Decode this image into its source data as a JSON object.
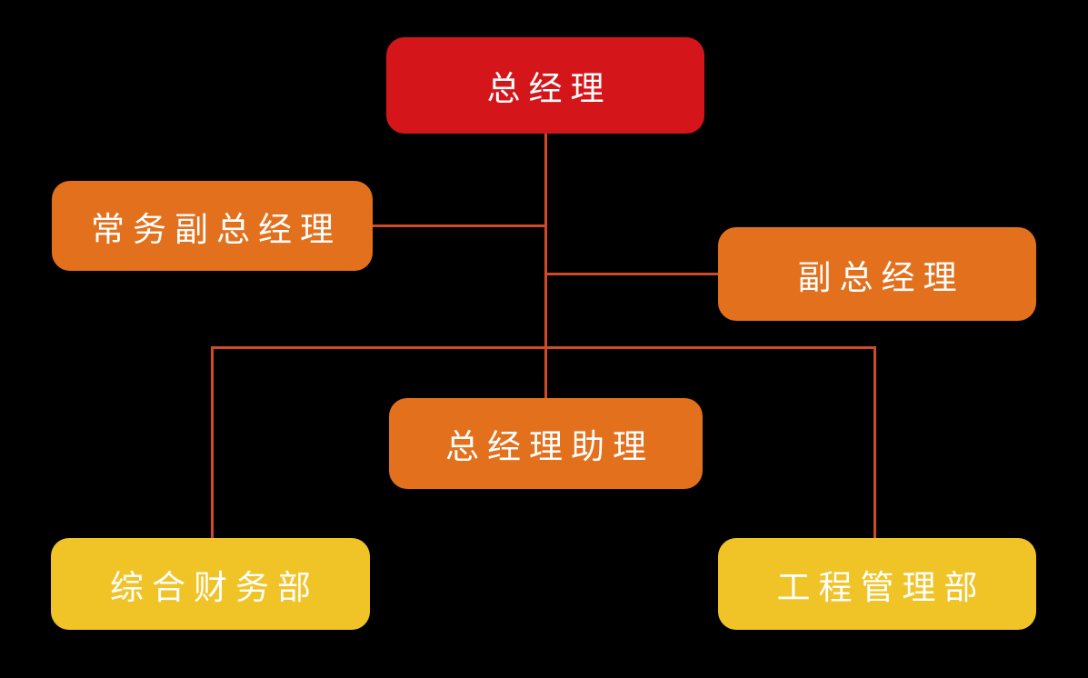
{
  "diagram": {
    "type": "organization-chart",
    "background_color": "#000000",
    "connector_color": "#CF4A27",
    "text_color": "#FFFFFF",
    "colors": {
      "root": "#D4151A",
      "middle": "#E2701C",
      "department": "#F0C327"
    },
    "nodes": [
      {
        "label": "总经理",
        "level": 1,
        "color": "#D4151A"
      },
      {
        "label": "常务副总经理",
        "level": 2,
        "color": "#E2701C"
      },
      {
        "label": "副总经理",
        "level": 2,
        "color": "#E2701C"
      },
      {
        "label": "总经理助理",
        "level": 2,
        "color": "#E2701C"
      },
      {
        "label": "综合财务部",
        "level": 3,
        "color": "#F0C327"
      },
      {
        "label": "工程管理部",
        "level": 3,
        "color": "#F0C327"
      }
    ],
    "edges": [
      {
        "from": "总经理",
        "to": "常务副总经理"
      },
      {
        "from": "总经理",
        "to": "副总经理"
      },
      {
        "from": "总经理",
        "to": "总经理助理"
      },
      {
        "from": "总经理",
        "to": "综合财务部"
      },
      {
        "from": "总经理",
        "to": "工程管理部"
      }
    ]
  }
}
